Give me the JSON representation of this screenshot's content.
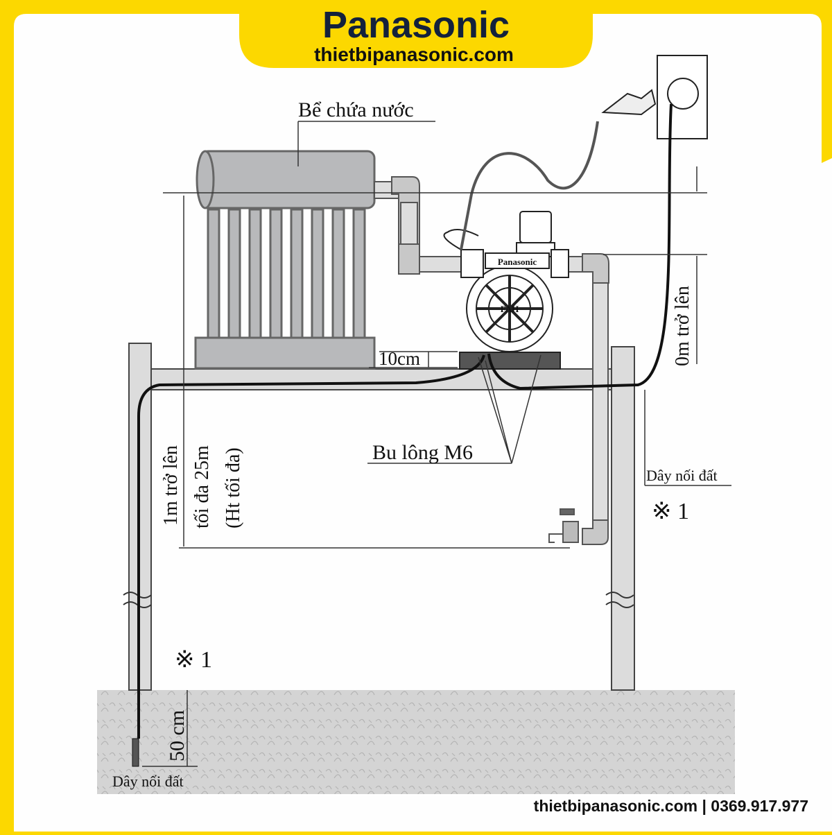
{
  "header": {
    "brand": "Panasonic",
    "website": "thietbipanasonic.com"
  },
  "labels": {
    "tank": "Bể chứa nước",
    "base_height": "10cm",
    "bolts": "Bu lông M6",
    "pump_height": "0m trở lên",
    "suction_line1": "1m trở lên",
    "suction_line2": "tối đa 25m",
    "suction_line3": "(Ht tối đa)",
    "ground_wire_right": "Dây nối đất",
    "note_right": "※ 1",
    "note_left": "※ 1",
    "rod_depth": "50 cm",
    "ground_wire_left": "Dây nối đất",
    "pump_brand": "Panasonic",
    "pump_model": "FAH"
  },
  "footer": {
    "contact": "thietbipanasonic.com | 0369.917.977"
  },
  "colors": {
    "frame": "#fcd800",
    "brand": "#13213c",
    "tank": "#b8b9bb",
    "ground": "#d2d2d2"
  }
}
